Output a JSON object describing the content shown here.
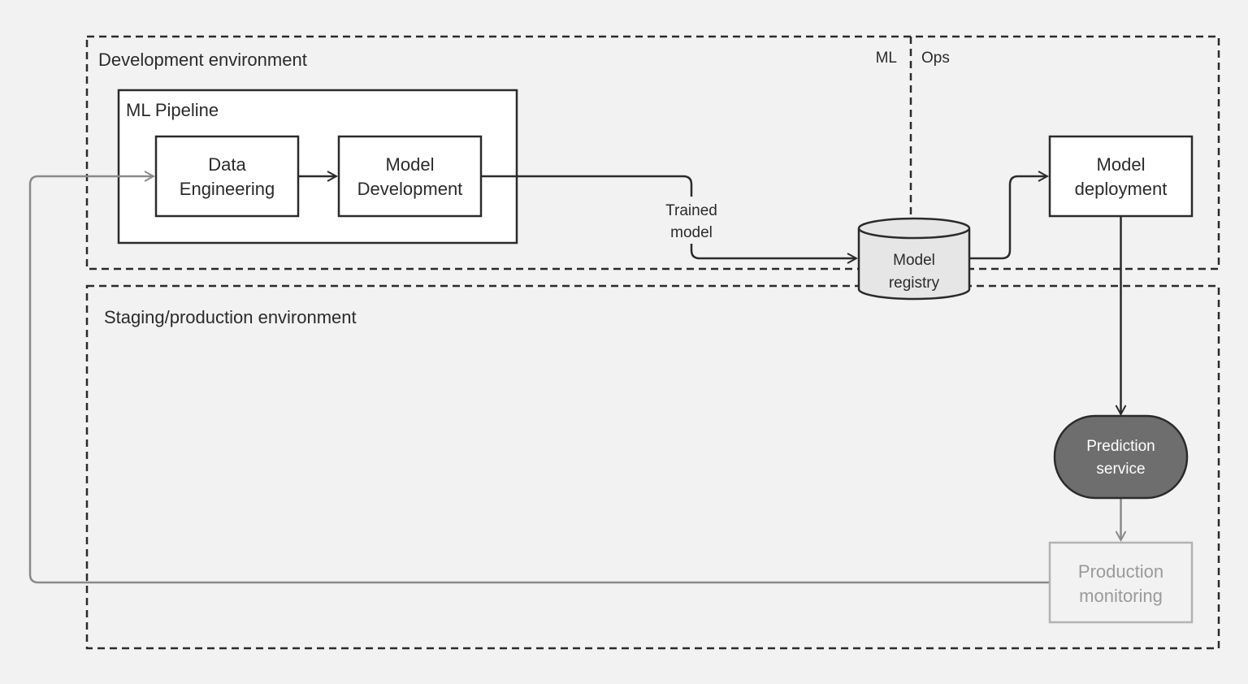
{
  "regions": {
    "development": "Development environment",
    "staging": "Staging/production environment"
  },
  "split_labels": {
    "left": "ML",
    "right": "Ops"
  },
  "pipeline": {
    "title": "ML Pipeline",
    "data_engineering": [
      "Data",
      "Engineering"
    ],
    "model_development": [
      "Model",
      "Development"
    ]
  },
  "edge_label": [
    "Trained",
    "model"
  ],
  "model_registry": [
    "Model",
    "registry"
  ],
  "model_deployment": [
    "Model",
    "deployment"
  ],
  "prediction_service": [
    "Prediction",
    "service"
  ],
  "production_monitoring": [
    "Production",
    "monitoring"
  ],
  "colors": {
    "background": "#f2f2f2",
    "stroke": "#2b2b2b",
    "prediction_fill": "#6e6e6e",
    "registry_fill": "#e6e6e6",
    "faded": "#a0a0a0"
  }
}
